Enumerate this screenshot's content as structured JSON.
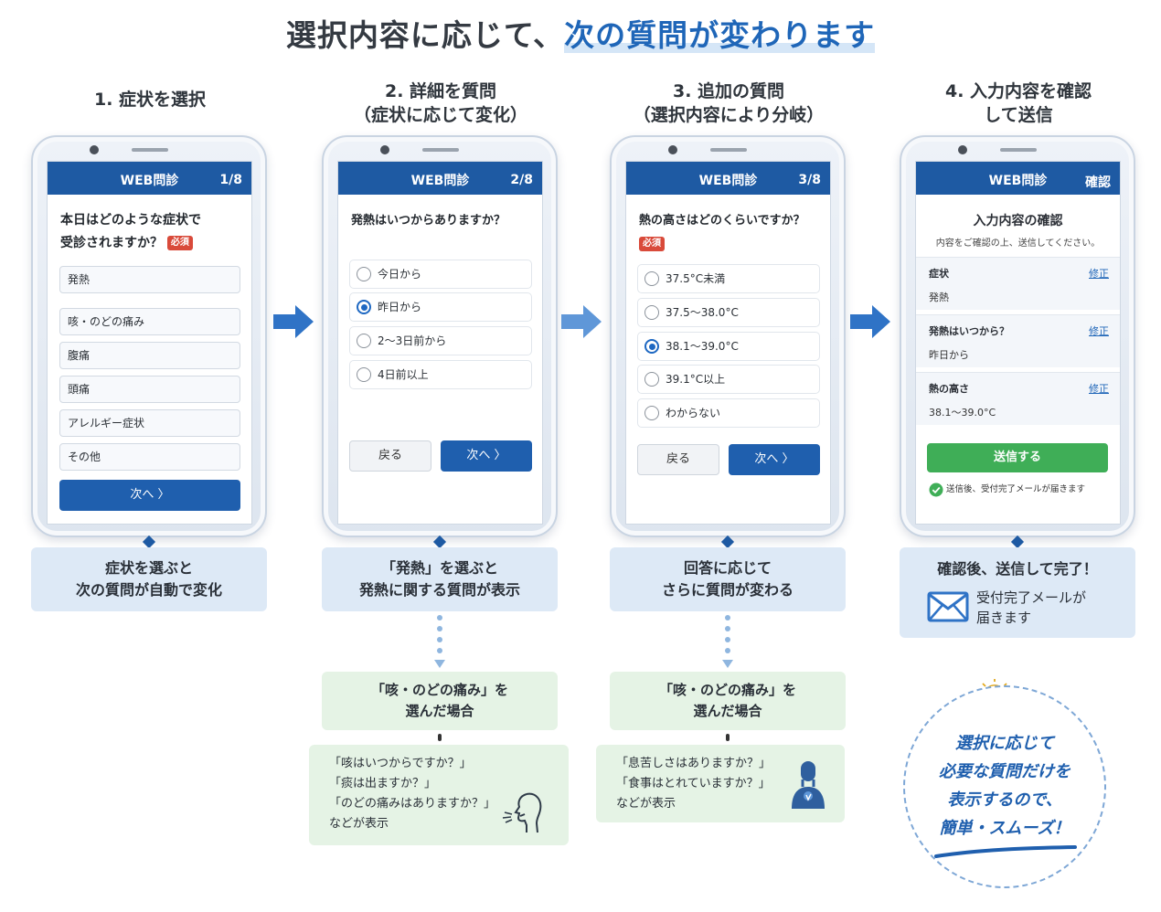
{
  "title": {
    "main": "選択内容に応じて、",
    "highlight": "次の質問が変わります"
  },
  "steps": [
    {
      "line1": "1. 症状を選択",
      "line2": ""
    },
    {
      "line1": "2. 詳細を質問",
      "line2": "（症状に応じて変化）"
    },
    {
      "line1": "3. 追加の質問",
      "line2": "（選択内容により分岐）"
    },
    {
      "line1": "4. 入力内容を確認",
      "line2": "して送信"
    }
  ],
  "app_name": "WEB問診",
  "required_label": "必須",
  "phone1": {
    "progress": "1/8",
    "question_l1": "本日はどのような症状で",
    "question_l2": "受診されますか？",
    "options": [
      "発熱",
      "咳・のどの痛み",
      "腹痛",
      "頭痛",
      "アレルギー症状",
      "その他"
    ],
    "next": "次へ 〉"
  },
  "phone2": {
    "progress": "2/8",
    "question": "発熱はいつからありますか？",
    "options": [
      "今日から",
      "昨日から",
      "2〜3日前から",
      "4日前以上"
    ],
    "selected_index": 1,
    "back": "戻る",
    "next": "次へ 〉"
  },
  "phone3": {
    "progress": "3/8",
    "question": "熱の高さはどのくらいですか？",
    "options": [
      "37.5°C未満",
      "37.5〜38.0°C",
      "38.1〜39.0°C",
      "39.1°C以上",
      "わからない"
    ],
    "selected_index": 2,
    "back": "戻る",
    "next": "次へ 〉"
  },
  "phone4": {
    "progress": "確認",
    "heading": "入力内容の確認",
    "subheading": "内容をご確認の上、送信してください。",
    "edit_label": "修正",
    "sections": [
      {
        "label": "症状",
        "value": "発熱"
      },
      {
        "label": "発熱はいつから？",
        "value": "昨日から"
      },
      {
        "label": "熱の高さ",
        "value": "38.1〜39.0°C"
      }
    ],
    "submit": "送信する",
    "notice": "送信後、受付完了メールが届きます"
  },
  "info": [
    {
      "l1": "症状を選ぶと",
      "l2": "次の質問が自動で変化"
    },
    {
      "l1": "「発熱」を選ぶと",
      "l2": "発熱に関する質問が表示"
    },
    {
      "l1": "回答に応じて",
      "l2": "さらに質問が変わる"
    },
    {
      "l1": "確認後、送信して完了！",
      "l2": "受付完了メールが",
      "l3": "届きます"
    }
  ],
  "branches": [
    {
      "case_l1": "「咳・のどの痛み」を",
      "case_l2": "選んだ場合",
      "examples": [
        "「咳はいつからですか？」",
        "「痰は出ますか？」",
        "「のどの痛みはありますか？」",
        "などが表示"
      ]
    },
    {
      "case_l1": "「咳・のどの痛み」を",
      "case_l2": "選んだ場合",
      "examples": [
        "「息苦しさはありますか？」",
        "「食事はとれていますか？」",
        "などが表示"
      ]
    }
  ],
  "summary": {
    "l1": "選択に応じて",
    "l2": "必要な質問だけを",
    "l3": "表示するので、",
    "l4": "簡単・スムーズ！"
  },
  "colors": {
    "primary": "#1e5aa3",
    "accent": "#1f66b8",
    "required": "#d94a3a",
    "submit": "#3fae57",
    "info_bg": "#dde9f6",
    "branch_bg": "#e5f3e5"
  },
  "icons": [
    "arrow-right-icon",
    "envelope-icon",
    "checkmark-icon",
    "lightbulb-icon",
    "coughing-person-icon",
    "patient-icon"
  ]
}
